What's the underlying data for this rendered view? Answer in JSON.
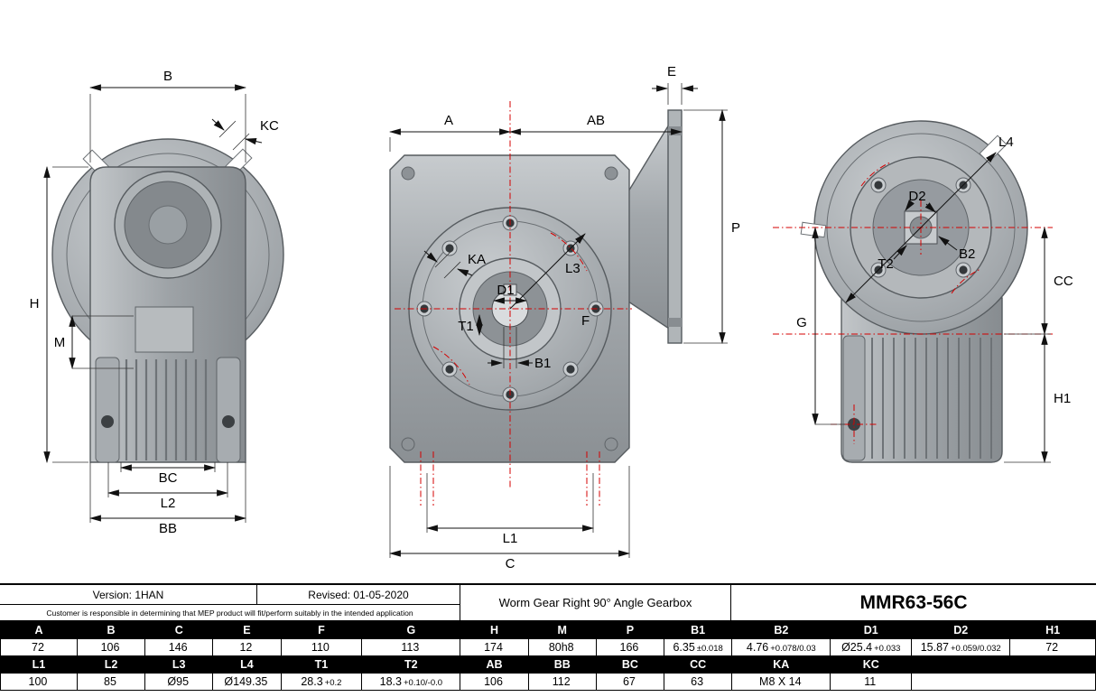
{
  "title_block": {
    "version": "Version: 1HAN",
    "revised": "Revised: 01-05-2020",
    "disclaimer": "Customer is responsible in determining that MEP product will fit/perform suitably in the intended application",
    "product": "Worm Gear Right 90° Angle Gearbox",
    "model": "MMR63-56C"
  },
  "drawing": {
    "labels": {
      "B": "B",
      "KC": "KC",
      "H": "H",
      "M": "M",
      "BC": "BC",
      "L2": "L2",
      "BB": "BB",
      "A": "A",
      "AB": "AB",
      "E": "E",
      "P": "P",
      "KA": "KA",
      "L3": "L3",
      "D1": "D1",
      "T1": "T1",
      "F": "F",
      "B1": "B1",
      "L1": "L1",
      "C": "C",
      "L4": "L4",
      "D2": "D2",
      "B2": "B2",
      "T2": "T2",
      "CC": "CC",
      "G": "G",
      "H1": "H1"
    }
  },
  "dim_table": {
    "row1_headers": [
      "A",
      "B",
      "C",
      "E",
      "F",
      "G",
      "H",
      "M",
      "P",
      "B1",
      "B2",
      "D1",
      "D2",
      "H1"
    ],
    "row1_values_main": [
      "72",
      "106",
      "146",
      "12",
      "110",
      "113",
      "174",
      "80h8",
      "166",
      "6.35",
      "4.76",
      "Ø25.4",
      "15.87",
      "72"
    ],
    "row1_values_tol": [
      "",
      "",
      "",
      "",
      "",
      "",
      "",
      "",
      "",
      "±0.018",
      "+0.078/0.03",
      "+0.033",
      "+0.059/0.032",
      ""
    ],
    "row2_headers": [
      "L1",
      "L2",
      "L3",
      "L4",
      "T1",
      "T2",
      "AB",
      "BB",
      "BC",
      "CC",
      "KA",
      "KC"
    ],
    "row2_values_main": [
      "100",
      "85",
      "Ø95",
      "Ø149.35",
      "28.3",
      "18.3",
      "106",
      "112",
      "67",
      "63",
      "M8 X 14",
      "11"
    ],
    "row2_values_tol": [
      "",
      "",
      "",
      "",
      "+0.2",
      "+0.10/-0.0",
      "",
      "",
      "",
      "",
      "",
      ""
    ]
  }
}
